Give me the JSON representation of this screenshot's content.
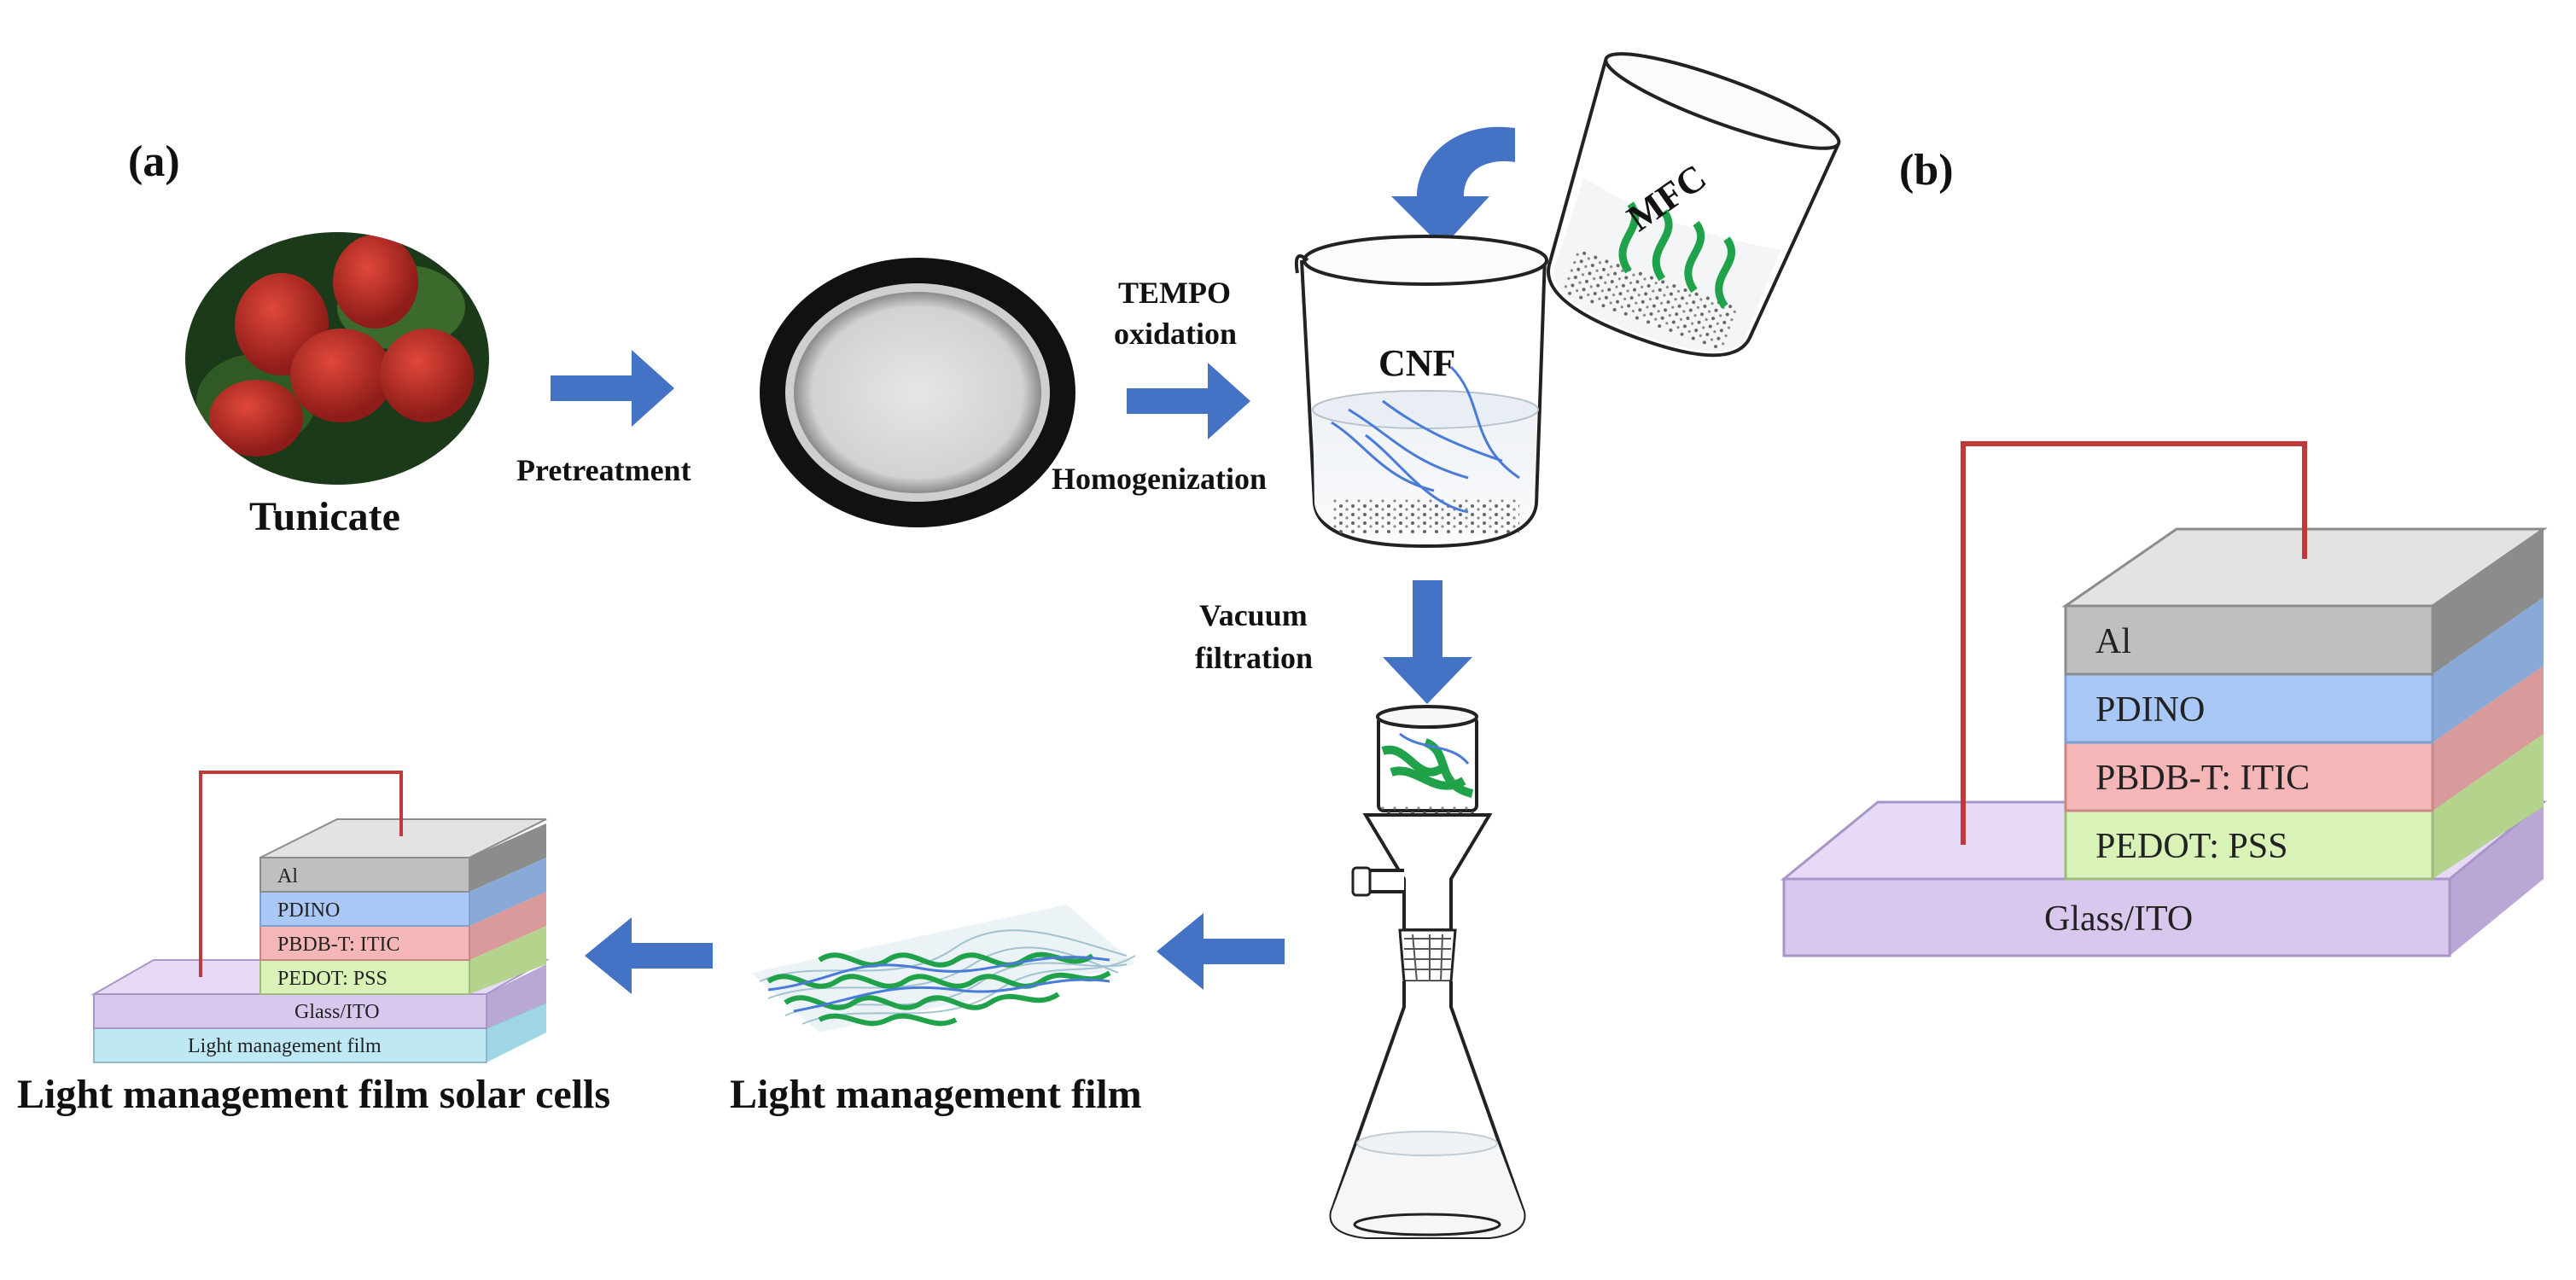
{
  "panel_a": "(a)",
  "panel_b": "(b)",
  "labels": {
    "tunicate": "Tunicate",
    "pretreatment": "Pretreatment",
    "tempo": "TEMPO",
    "oxidation": "oxidation",
    "homogenization": "Homogenization",
    "cnf": "CNF",
    "mfc": "MFC",
    "vacuum": "Vacuum",
    "filtration": "filtration",
    "film": "Light management film",
    "cells": "Light management film solar cells"
  },
  "small_stack": [
    "Al",
    "PDINO",
    "PBDB-T: ITIC",
    "PEDOT: PSS",
    "Glass/ITO",
    "Light management film"
  ],
  "large_stack": [
    "Al",
    "PDINO",
    "PBDB-T: ITIC",
    "PEDOT: PSS",
    "Glass/ITO"
  ],
  "colors": {
    "arrow": "#4472c4",
    "al": "#bfbfbf",
    "pdino": "#a9c8f5",
    "pbdb": "#f4b6b6",
    "pedot": "#d8f2b8",
    "glass": "#d9c8ee",
    "lmf": "#bde8f4",
    "wire": "#c0393b",
    "fiber_green": "#1fa24a",
    "fiber_blue": "#4a7bd8"
  }
}
